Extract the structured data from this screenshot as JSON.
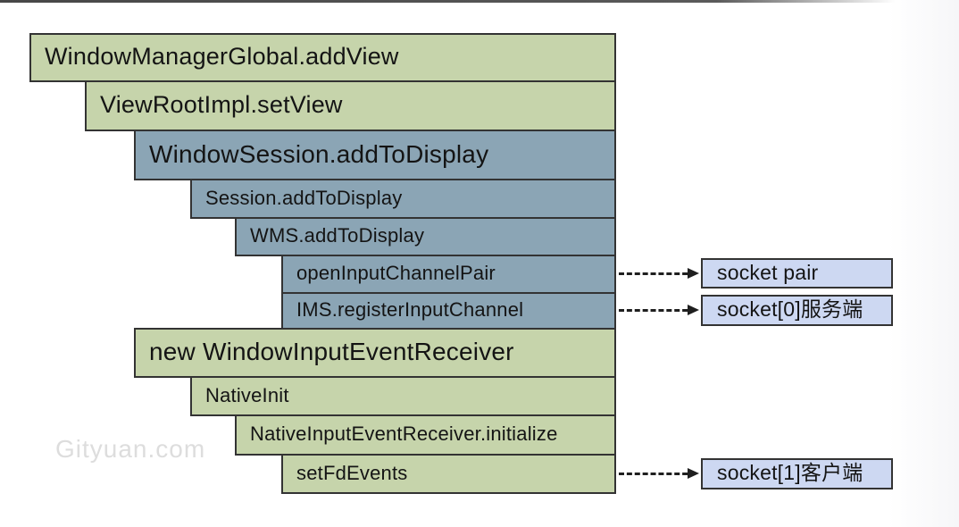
{
  "watermark": "Gityuan.com",
  "colors": {
    "stack_green": "#c6d4ab",
    "stack_blue": "#8ba5b5",
    "side_blue": "#cdd8f2",
    "border": "#333333",
    "arrow": "#1f1f1f",
    "text": "#141414"
  },
  "stack": [
    {
      "label": "WindowManagerGlobal.addView",
      "color": "stack_green"
    },
    {
      "label": "ViewRootImpl.setView",
      "color": "stack_green"
    },
    {
      "label": "WindowSession.addToDisplay",
      "color": "stack_blue"
    },
    {
      "label": "Session.addToDisplay",
      "color": "stack_blue"
    },
    {
      "label": "WMS.addToDisplay",
      "color": "stack_blue"
    },
    {
      "label": "openInputChannelPair",
      "color": "stack_blue"
    },
    {
      "label": "IMS.registerInputChannel",
      "color": "stack_blue"
    },
    {
      "label": "new WindowInputEventReceiver",
      "color": "stack_green"
    },
    {
      "label": "NativeInit",
      "color": "stack_green"
    },
    {
      "label": "NativeInputEventReceiver.initialize",
      "color": "stack_green"
    },
    {
      "label": "setFdEvents",
      "color": "stack_green"
    }
  ],
  "side_boxes": [
    {
      "label": "socket pair"
    },
    {
      "label": "socket[0]服务端"
    },
    {
      "label": "socket[1]客户端"
    }
  ],
  "connections": [
    {
      "from": "openInputChannelPair",
      "to": "socket pair",
      "style": "dashed-arrow"
    },
    {
      "from": "IMS.registerInputChannel",
      "to": "socket[0]服务端",
      "style": "dashed-arrow"
    },
    {
      "from": "setFdEvents",
      "to": "socket[1]客户端",
      "style": "dashed-arrow"
    }
  ]
}
